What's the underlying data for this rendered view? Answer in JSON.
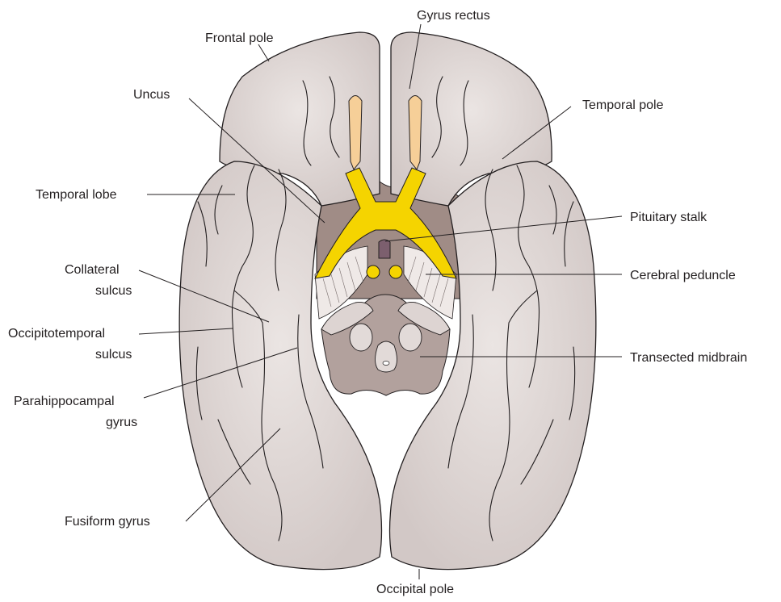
{
  "labels": {
    "frontal_pole": "Frontal pole",
    "gyrus_rectus": "Gyrus rectus",
    "uncus": "Uncus",
    "temporal_pole": "Temporal pole",
    "temporal_lobe": "Temporal lobe",
    "pituitary_stalk": "Pituitary stalk",
    "collateral_sulcus_1": "Collateral",
    "collateral_sulcus_2": "sulcus",
    "cerebral_peduncle": "Cerebral peduncle",
    "occipitotemporal_sulcus_1": "Occipitotemporal",
    "occipitotemporal_sulcus_2": "sulcus",
    "transected_midbrain": "Transected midbrain",
    "parahippocampal_gyrus_1": "Parahippocampal",
    "parahippocampal_gyrus_2": "gyrus",
    "fusiform_gyrus": "Fusiform gyrus",
    "occipital_pole": "Occipital pole"
  },
  "colors": {
    "brain_fill": "#d9d0ce",
    "brain_highlight": "#ebe5e3",
    "brain_outline": "#231f20",
    "optic_yellow": "#f5d400",
    "olfactory_tan": "#f6cf98",
    "midbrain_brown": "#b2a19d",
    "deep_brown": "#a08c86",
    "pituitary_purple": "#7c5f6e",
    "peduncle_fill": "#efe9e7"
  }
}
